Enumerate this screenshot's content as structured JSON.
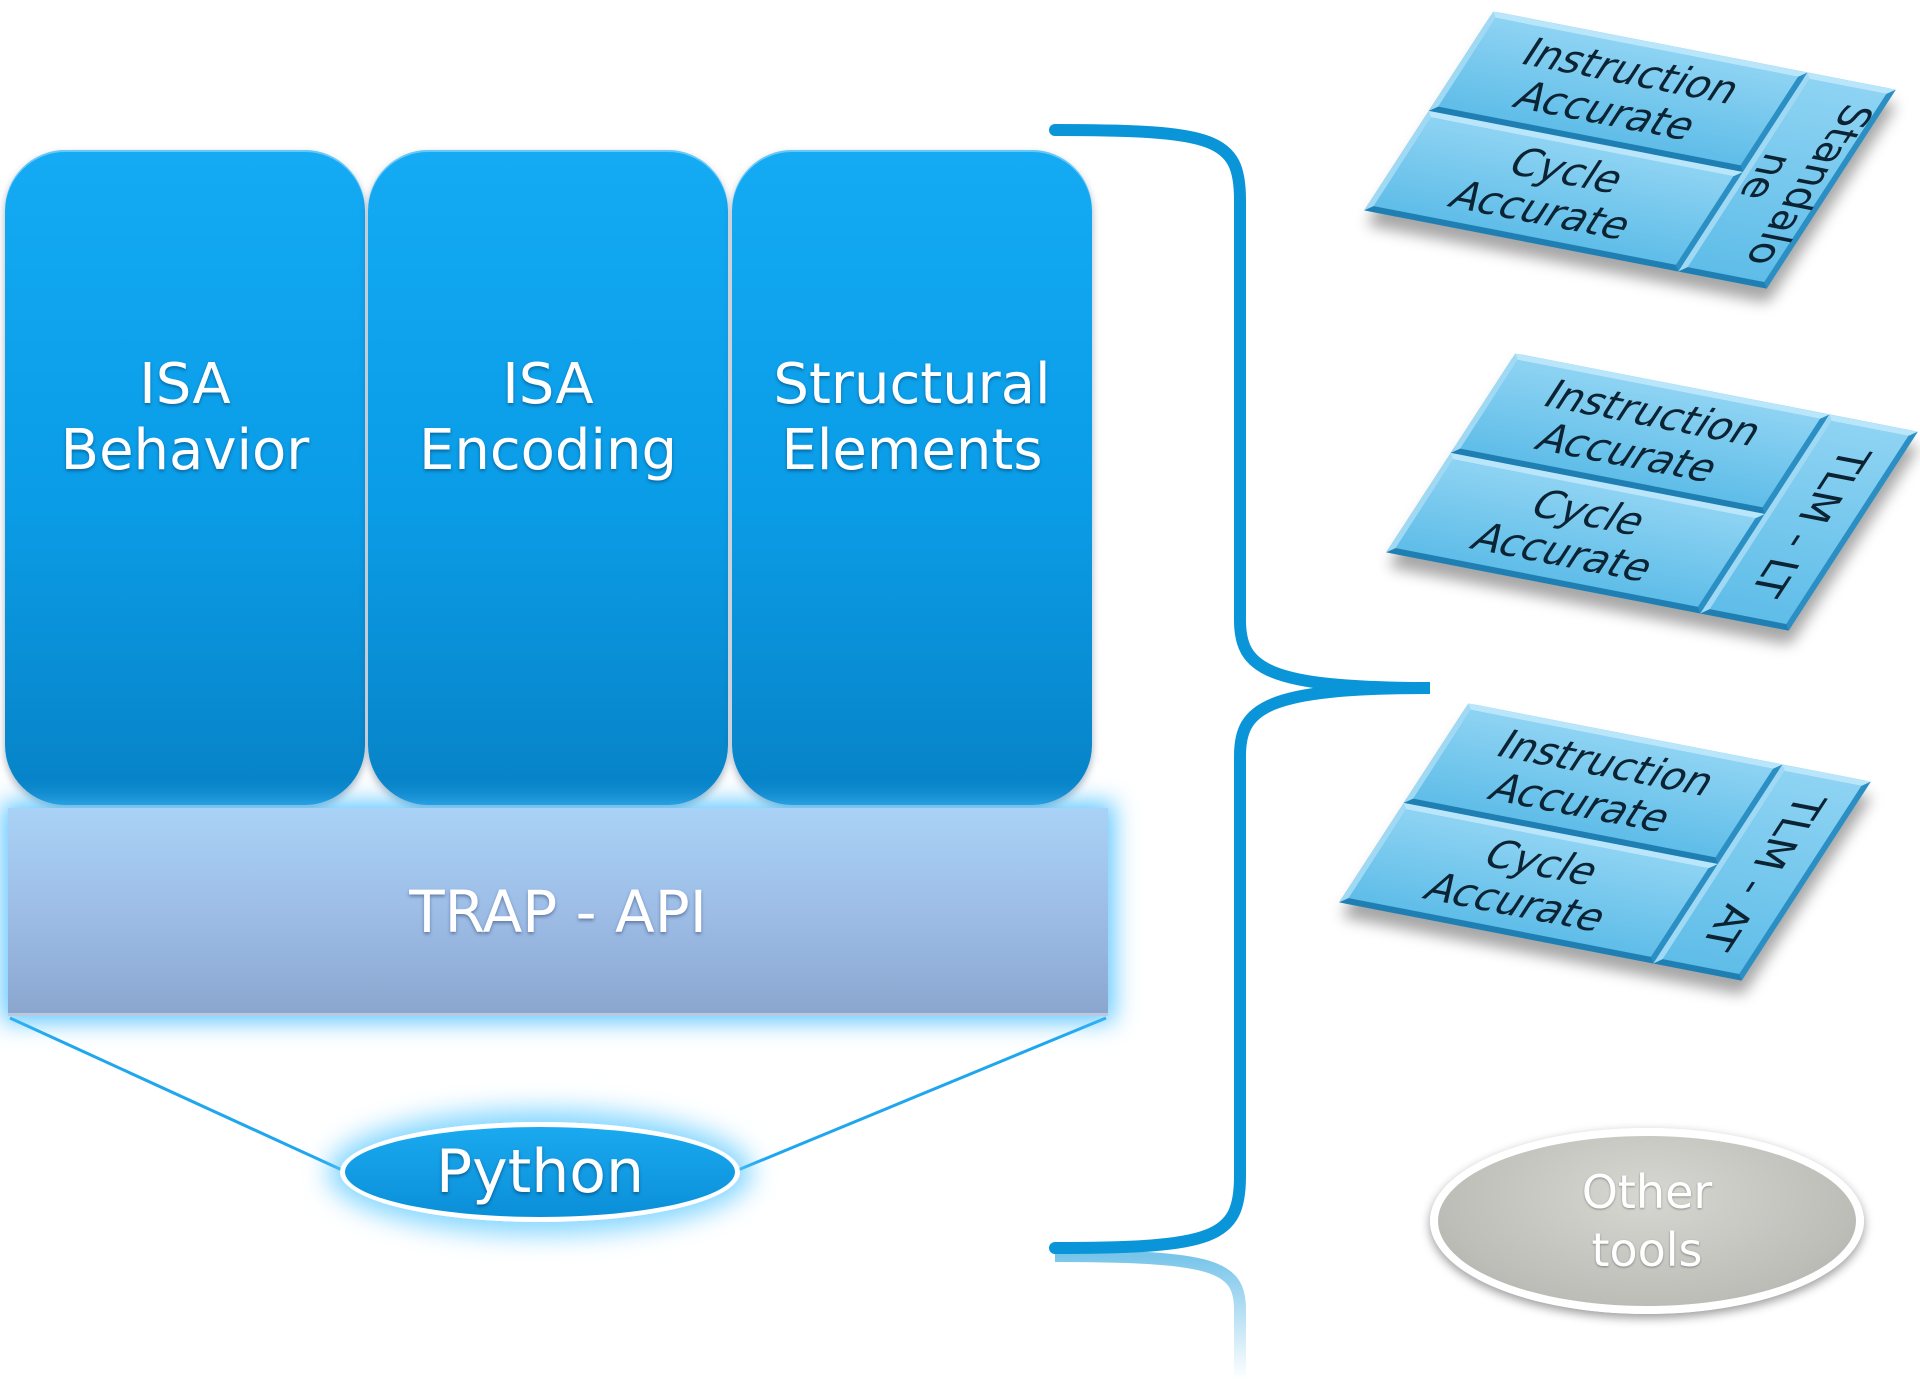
{
  "colors": {
    "primary_blue": "#0a9ce6",
    "brace_blue": "#0a95d8",
    "api_bar": "#9dbde6",
    "chip_blue": "#3ea7d9",
    "other_tools_gray": "#bdbdb8"
  },
  "columns": [
    {
      "label": "ISA\nBehavior"
    },
    {
      "label": "ISA\nEncoding"
    },
    {
      "label": "Structural\nElements"
    }
  ],
  "api": {
    "label": "TRAP - API"
  },
  "python": {
    "label": "Python"
  },
  "outputs": [
    {
      "instruction": "Instruction\nAccurate",
      "cycle": "Cycle\nAccurate",
      "side": "Standalo\nne"
    },
    {
      "instruction": "Instruction\nAccurate",
      "cycle": "Cycle\nAccurate",
      "side": "TLM - LT"
    },
    {
      "instruction": "Instruction\nAccurate",
      "cycle": "Cycle\nAccurate",
      "side": "TLM - AT"
    }
  ],
  "other_tools": {
    "label": "Other\ntools"
  },
  "icons": {
    "connector": "brace-icon"
  }
}
